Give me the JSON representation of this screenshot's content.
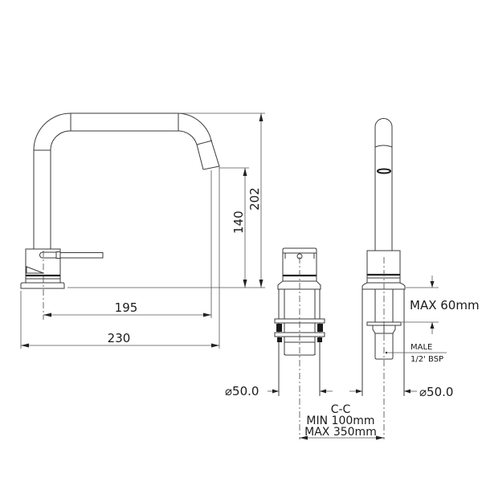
{
  "drawing": {
    "title": "Tap dimension drawing",
    "views": [
      "side-view",
      "valve-body-view",
      "front-view"
    ],
    "colors": {
      "line": "#3a3a3a",
      "text": "#1a1a1a",
      "background": "#ffffff"
    }
  },
  "dimensions": {
    "overall_height": "202",
    "spout_height": "140",
    "spout_reach": "195",
    "overall_depth": "230",
    "valve_diameter": "⌀50.0",
    "spout_diameter": "⌀50.0",
    "max_deck": "MAX 60mm",
    "cc_label": "C-C",
    "cc_min": "MIN 100mm",
    "cc_max": "MAX 350mm"
  },
  "notes": {
    "thread_line1": "MALE",
    "thread_line2": "1/2' BSP"
  }
}
